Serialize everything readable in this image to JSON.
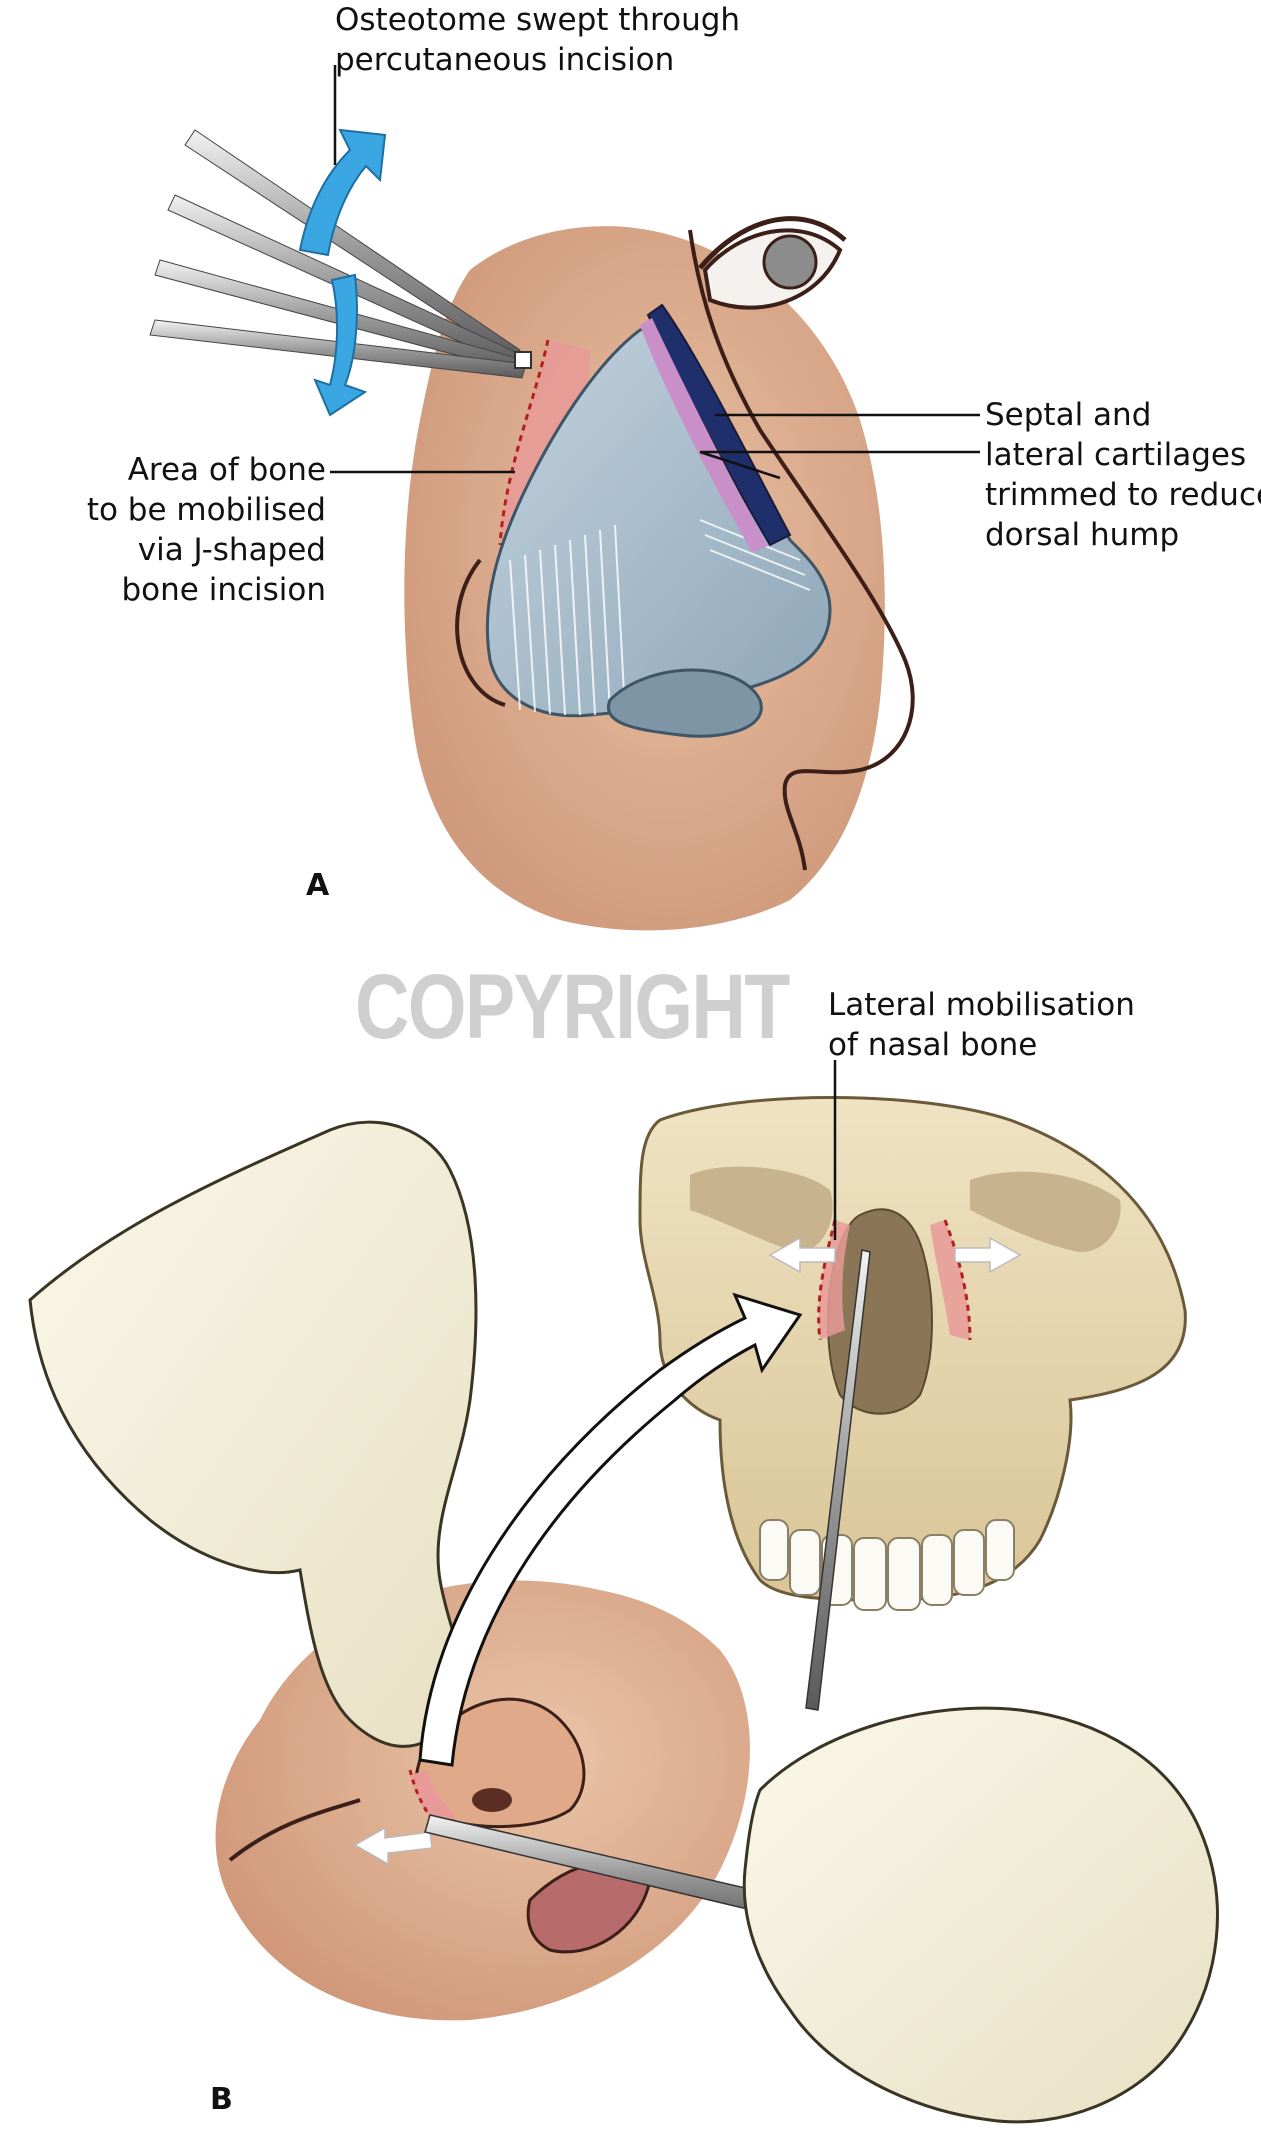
{
  "figure": {
    "panel_a": {
      "letter": "A",
      "labels": {
        "osteotome": [
          "Osteotome swept through",
          "percutaneous incision"
        ],
        "area_of_bone": [
          "Area of bone",
          "to be mobilised",
          "via J-shaped",
          "bone incision"
        ],
        "cartilages": [
          "Septal and",
          "lateral cartilages",
          "trimmed to reduce",
          "dorsal hump"
        ]
      }
    },
    "panel_b": {
      "letter": "B",
      "labels": {
        "lateral_mobilisation": [
          "Lateral mobilisation",
          "of nasal bone"
        ]
      }
    },
    "watermark": "COPYRIGHT",
    "colors": {
      "skin": "#e2b394",
      "skin_dark": "#c98f6f",
      "cartilage": "#a9bccb",
      "bone": "#e6d7b2",
      "glove": "#f3efd9",
      "highlight_red": "#e88b8b",
      "arrow_blue": "#2e9ad8"
    }
  }
}
